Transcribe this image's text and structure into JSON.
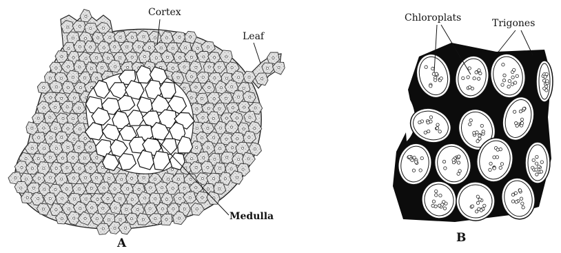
{
  "panel_a": {
    "labels": {
      "cortex": "Cortex",
      "leaf": "Leaf",
      "medulla": "Medulla"
    },
    "panel_letter": "A"
  },
  "panel_b": {
    "labels": {
      "chloroplasts": "Chloroplats",
      "trigones": "Trigones"
    },
    "panel_letter": "B"
  },
  "colors": {
    "ink": "#111111",
    "cortex_fill": "#d7d7d7",
    "background": "#ffffff"
  }
}
